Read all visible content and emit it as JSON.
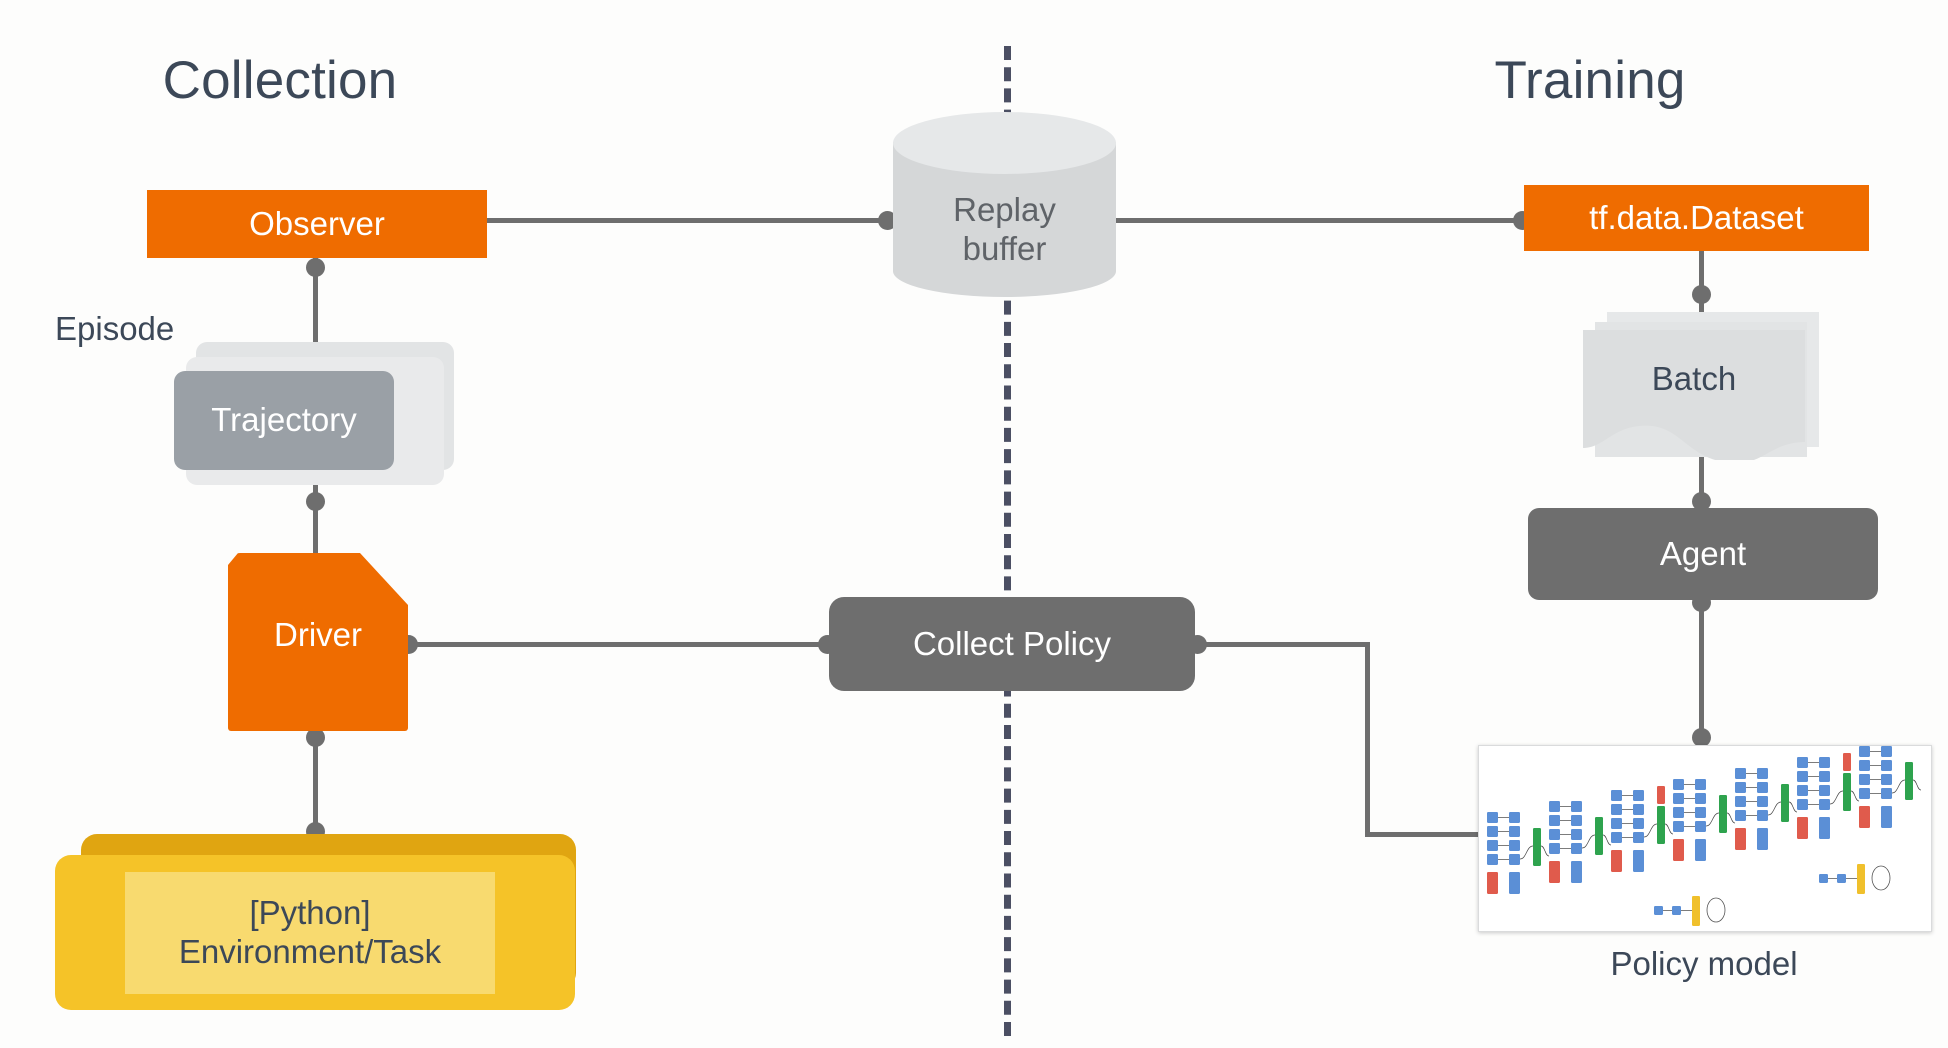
{
  "diagram": {
    "title_collection": "Collection",
    "title_training": "Training",
    "episode_label": "Episode",
    "model_caption": "Policy model"
  },
  "nodes": {
    "observer": "Observer",
    "trajectory": "Trajectory",
    "driver": "Driver",
    "env_line1": "[Python]",
    "env_line2": "Environment/Task",
    "replay_line1": "Replay",
    "replay_line2": "buffer",
    "dataset": "tf.data.Dataset",
    "batch": "Batch",
    "agent": "Agent",
    "collect_policy": "Collect Policy"
  },
  "colors": {
    "orange": "#ef6c00",
    "gray_node": "#6e6e6e",
    "gray_trajectory": "#9aa0a6",
    "yellow_front": "#f5c328",
    "yellow_back": "#e0a511",
    "yellow_inner": "#f8da6f",
    "cylinder_body": "#d5d7d8",
    "cylinder_top": "#e6e8e9",
    "text_dark": "#3c4858",
    "connector": "#6e6e6e",
    "divider": "#4b4f63",
    "background": "#fdfdfc"
  },
  "edges": [
    {
      "from": "observer",
      "to": "replay_buffer"
    },
    {
      "from": "replay_buffer",
      "to": "dataset"
    },
    {
      "from": "observer",
      "to": "trajectory"
    },
    {
      "from": "trajectory",
      "to": "driver"
    },
    {
      "from": "driver",
      "to": "environment"
    },
    {
      "from": "driver",
      "to": "collect_policy"
    },
    {
      "from": "collect_policy",
      "to": "policy_model"
    },
    {
      "from": "dataset",
      "to": "batch"
    },
    {
      "from": "batch",
      "to": "agent"
    },
    {
      "from": "agent",
      "to": "policy_model"
    }
  ]
}
